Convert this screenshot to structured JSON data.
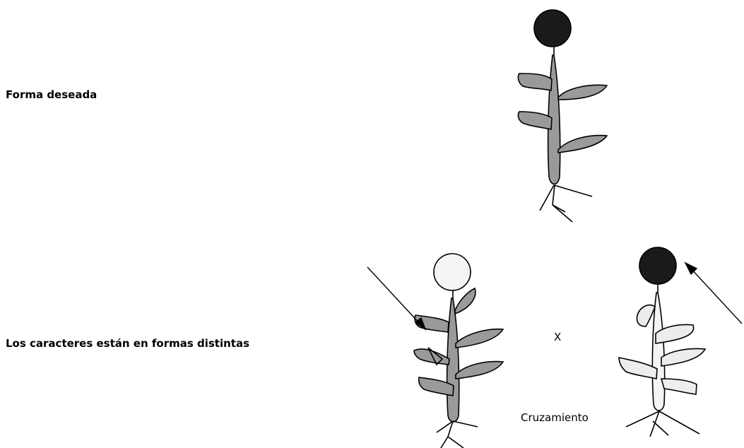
{
  "labels": {
    "desired_form": "Forma deseada",
    "distinct_forms": "Los caracteres están en formas distintas",
    "cross_symbol": "X",
    "crossing": "Cruzamiento"
  },
  "colors": {
    "dark_flower": "#1a1a1a",
    "light_flower": "#f4f4f4",
    "dark_leaf": "#9a9a9a",
    "light_leaf": "#ededed",
    "stroke": "#000000"
  }
}
